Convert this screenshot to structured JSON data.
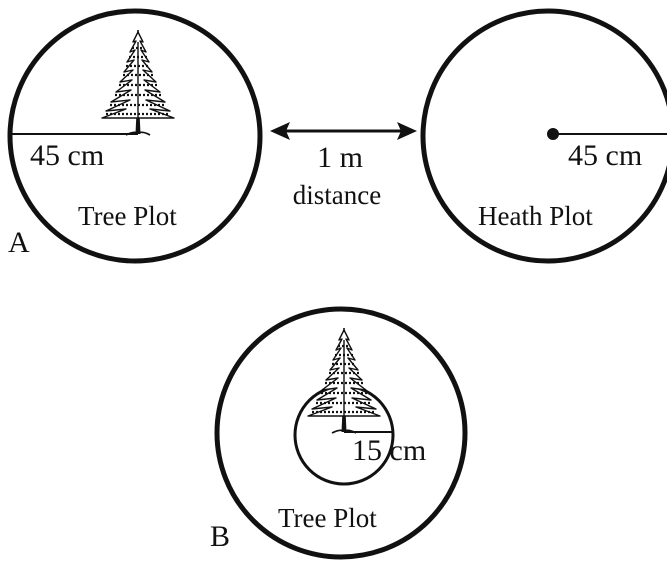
{
  "panel_a": {
    "letter": "A",
    "tree_plot": {
      "radius_label": "45 cm",
      "caption": "Tree Plot"
    },
    "separation": {
      "line1": "1 m",
      "line2": "distance"
    },
    "heath_plot": {
      "radius_label": "45 cm",
      "caption": "Heath Plot"
    }
  },
  "panel_b": {
    "letter": "B",
    "inner_radius_label": "15 cm",
    "caption": "Tree Plot"
  },
  "colors": {
    "ink": "#111111",
    "background": "#ffffff"
  }
}
